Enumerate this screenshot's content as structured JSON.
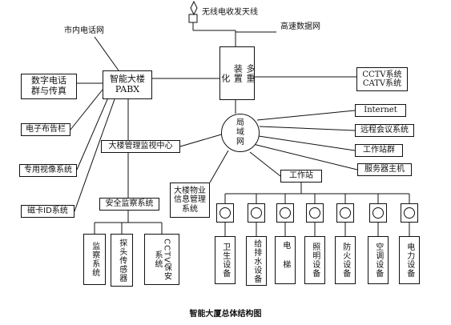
{
  "diagram": {
    "caption": "智能大厦总体结构图",
    "antenna_label": "无线电收发天线",
    "city_phone_label": "市内电话网",
    "highspeed_label": "高速数据网",
    "pabx": {
      "line1": "智能大楼",
      "line2": "PABX"
    },
    "multiplexer": {
      "col1": "多重",
      "col2": "装置",
      "col3": "化"
    },
    "left_boxes": {
      "digital_phone": {
        "line1": "数字电话",
        "line2": "群与传真"
      },
      "billboard": "电子布告栏",
      "video_system": "专用视像系统",
      "id_card": "磁卡ID系统"
    },
    "monitor_center": "大楼管理监视中心",
    "lan": {
      "line1": "局",
      "line2": "域",
      "line3": "网"
    },
    "right_boxes": {
      "cctv_catv": {
        "line1": "CCTV系统",
        "line2": "CATV系统"
      },
      "internet": "Internet",
      "video_conf": "远程会议系统",
      "workstations": "工作站群",
      "server": "服务器主机"
    },
    "property_mgmt": {
      "line1": "大楼物业",
      "line2": "信息管理",
      "line3": "系统"
    },
    "security_system": "安全监察系统",
    "security_sub": [
      "监察系统",
      "探头传感器",
      "CCTV保安系统"
    ],
    "workstation": "工作站",
    "equipment": [
      "卫生设备",
      "给排水设备",
      "电梯",
      "照明设备",
      "防火设备",
      "空调设备",
      "电力设备"
    ]
  }
}
